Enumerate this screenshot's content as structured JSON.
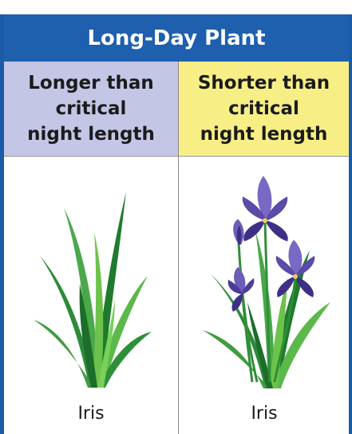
{
  "title": "Long-Day Plant",
  "columns": [
    {
      "header": "Longer than\ncritical\nnight length",
      "plant_label": "Iris",
      "flowering": false,
      "header_color": "#c4c6e6"
    },
    {
      "header": "Shorter than\ncritical\nnight length",
      "plant_label": "Iris",
      "flowering": true,
      "header_color": "#f7ee86"
    }
  ],
  "colors": {
    "title_bar": "#1e5fae",
    "leaf_dark": "#1f7a2e",
    "leaf_light": "#6cc24a",
    "flower_petal": "#6d5cb8",
    "flower_dark": "#3e2f86"
  },
  "icons": {
    "left_plant": "iris-leaves-icon",
    "right_plant": "iris-flowering-icon"
  }
}
